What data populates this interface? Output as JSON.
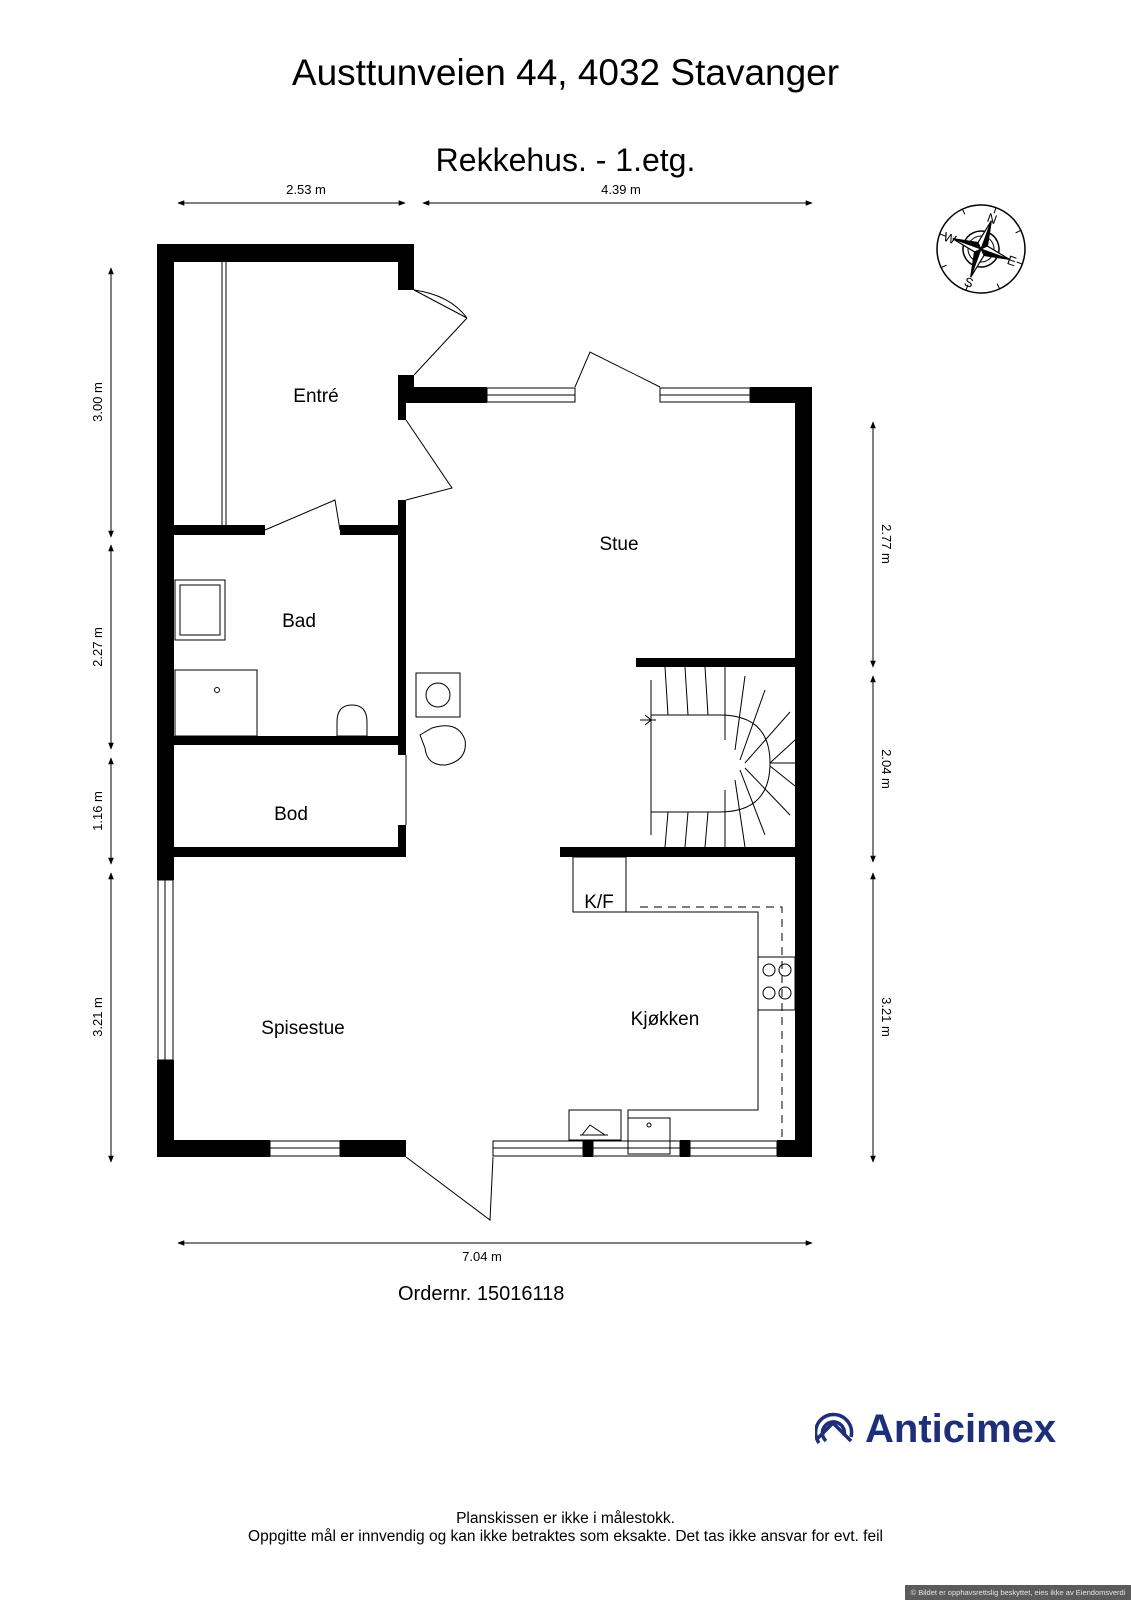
{
  "header": {
    "title": "Austtunveien 44, 4032 Stavanger",
    "subtitle": "Rekkehus.  - 1.etg."
  },
  "rooms": {
    "entre": "Entré",
    "bad": "Bad",
    "bod": "Bod",
    "stue": "Stue",
    "spisestue": "Spisestue",
    "kjokken": "Kjøkken",
    "kf": "K/F"
  },
  "dimensions": {
    "top_left": "2.53 m",
    "top_right": "4.39 m",
    "bottom": "7.04 m",
    "left_1": "3.00 m",
    "left_2": "2.27 m",
    "left_3": "1.16 m",
    "left_4": "3.21 m",
    "right_1": "2.77 m",
    "right_2": "2.04 m",
    "right_3": "3.21 m"
  },
  "compass": {
    "n": "N",
    "e": "E",
    "s": "S",
    "w": "W"
  },
  "order": "Ordernr. 15016118",
  "logo": {
    "text": "Anticimex",
    "color": "#1e2f7a"
  },
  "disclaimer": {
    "line1": "Planskissen er ikke i målestokk.",
    "line2": "Oppgitte mål er innvendig og kan ikke betraktes som eksakte. Det tas ikke ansvar for evt. feil"
  },
  "watermark": "© Bildet er opphavsrettslig beskyttet, eies ikke av Eiendomsverdi"
}
